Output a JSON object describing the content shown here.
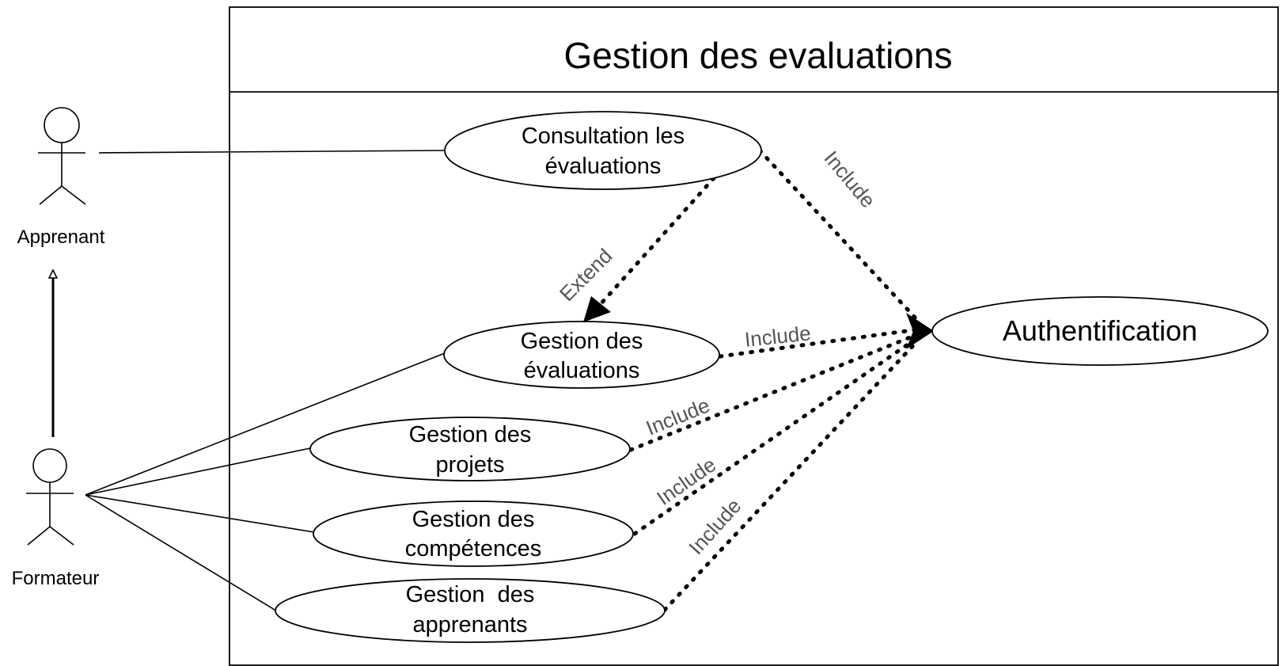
{
  "system": {
    "title": "Gestion des evaluations"
  },
  "actors": {
    "apprenant": "Apprenant",
    "formateur": "Formateur"
  },
  "use_cases": {
    "consultation": [
      "Consultation les",
      "évaluations"
    ],
    "gestion_evaluations": [
      "Gestion des",
      "évaluations"
    ],
    "gestion_projets": [
      "Gestion des",
      "projets"
    ],
    "gestion_competences": [
      "Gestion des",
      "compétences"
    ],
    "gestion_apprenants": [
      "Gestion  des",
      "apprenants"
    ],
    "authentification": "Authentification"
  },
  "relations": {
    "include": "Include",
    "extend": "Extend"
  },
  "colors": {
    "stroke": "#000000",
    "relation_label": "#555555",
    "background": "#ffffff"
  }
}
